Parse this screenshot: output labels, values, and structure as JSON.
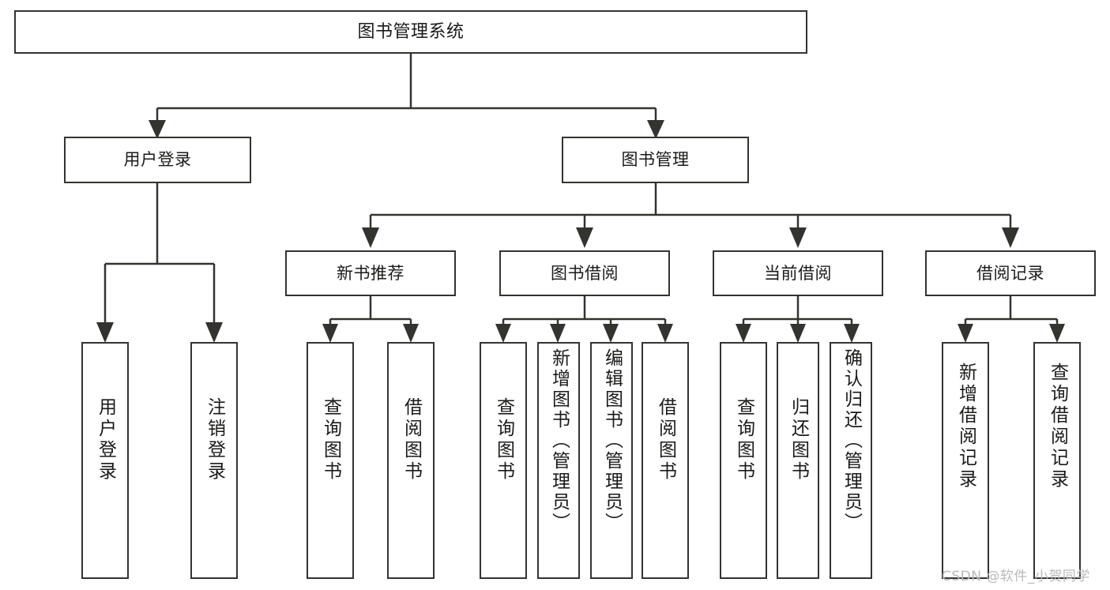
{
  "diagram": {
    "type": "tree",
    "title": "图书管理系统",
    "watermark": "CSDN @软件_小贺同学",
    "colors": {
      "stroke": "#33332f",
      "fill": "#ffffff",
      "text": "#1a1a18",
      "watermark": "#b9b9b9"
    },
    "nodes": {
      "root": "图书管理系统",
      "level2": {
        "user_login": "用户登录",
        "book_manage": "图书管理"
      },
      "level3": {
        "new_book_rec": "新书推荐",
        "book_borrow": "图书借阅",
        "current_borrow": "当前借阅",
        "borrow_record": "借阅记录"
      },
      "leaves": {
        "user_login_1": "用户登录",
        "user_login_2": "注销登录",
        "new_book_1": "查询图书",
        "new_book_2": "借阅图书",
        "borrow_1": "查询图书",
        "borrow_2": "新增图书（管理员）",
        "borrow_3": "编辑图书（管理员）",
        "borrow_4": "借阅图书",
        "current_1": "查询图书",
        "current_2": "归还图书",
        "current_3": "确认归还（管理员）",
        "record_1": "新增借阅记录",
        "record_2": "查询借阅记录"
      }
    }
  }
}
